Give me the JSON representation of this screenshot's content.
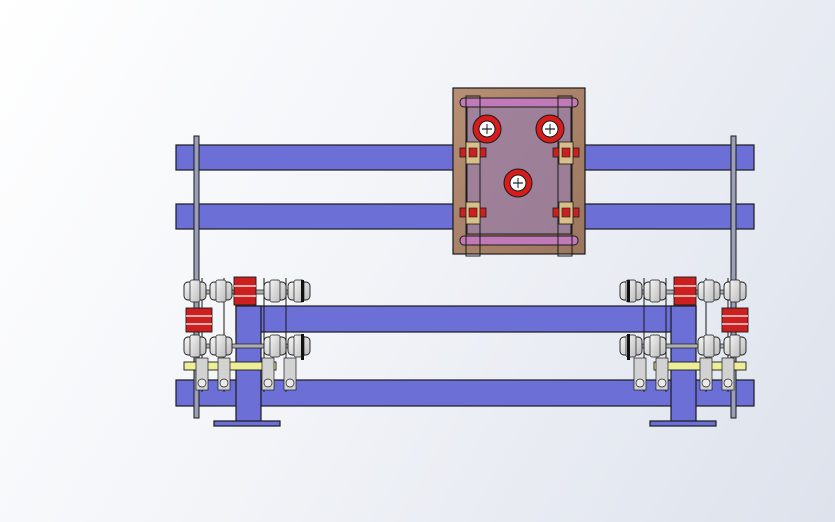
{
  "model": {
    "name": "",
    "view": "front",
    "colors": {
      "background_light": "#ffffff",
      "background_dark": "#dde2ec",
      "rail": "#6b6fd6",
      "frame": "#6b6fd6",
      "carriage_plate": "#a98268",
      "carriage_window": "#9a7fa8",
      "slot_rail": "#c07ab8",
      "wheel_red": "#d81c1c",
      "nut_red": "#cc2020",
      "bolt_head": "#e2e2e2",
      "shim_yellow": "#eeee99",
      "outline": "#1a1a1a",
      "rod": "#b0b0b0"
    },
    "parts": [
      "guide-rail-upper",
      "guide-rail-middle",
      "guide-rail-lower",
      "carriage-plate",
      "support-frame",
      "end-plate-left",
      "end-plate-right",
      "roller-assembly-left",
      "roller-assembly-right"
    ]
  }
}
